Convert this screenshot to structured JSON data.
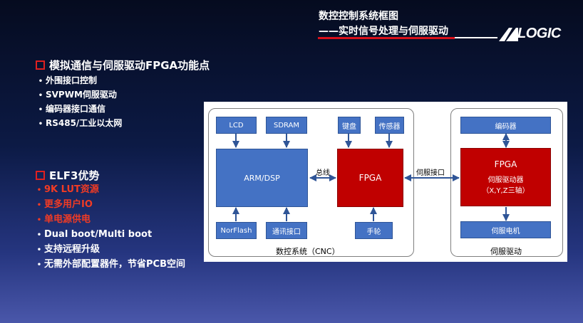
{
  "header": {
    "title": "数控控制系统框图",
    "subtitle": "——实时信号处理与伺服驱动",
    "logo": "LOGIC"
  },
  "section1": {
    "title": "模拟通信与伺服驱动FPGA功能点",
    "items": [
      "外围接口控制",
      "SVPWM伺服驱动",
      "编码器接口通信",
      "RS485/工业以太网"
    ]
  },
  "section2": {
    "title": "ELF3优势",
    "items": [
      {
        "text": "9K LUT资源",
        "color": "red"
      },
      {
        "text": "更多用户IO",
        "color": "red"
      },
      {
        "text": "单电源供电",
        "color": "red"
      },
      {
        "text": "Dual boot/Multi boot",
        "color": "white"
      },
      {
        "text": "支持远程升级",
        "color": "white"
      },
      {
        "text": "无需外部配置器件，节省PCB空间",
        "color": "white"
      }
    ]
  },
  "diagram": {
    "cnc": {
      "label": "数控系统（CNC）",
      "lcd": "LCD",
      "sdram": "SDRAM",
      "arm": "ARM/DSP",
      "norflash": "NorFlash",
      "comm": "通讯接口",
      "keyboard": "键盘",
      "sensor": "传感器",
      "fpga": "FPGA",
      "handwheel": "手轮",
      "bus": "总线"
    },
    "servo_interface": "伺服接口",
    "servo": {
      "label": "伺服驱动",
      "encoder": "编码器",
      "fpga": "FPGA",
      "driver": "伺服驱动器",
      "axes": "（X,Y,Z三轴）",
      "motor": "伺服电机"
    }
  },
  "colors": {
    "accent_red": "#d8101a",
    "box_blue": "#4472c4",
    "fpga_red": "#c00000"
  }
}
